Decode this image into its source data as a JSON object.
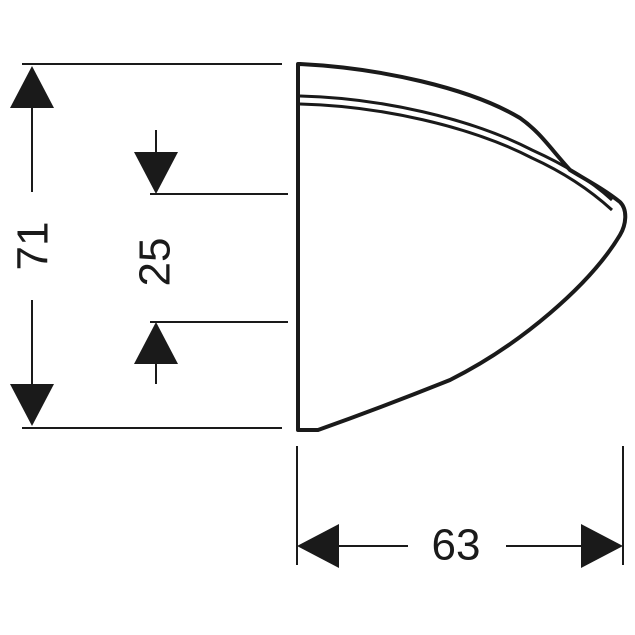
{
  "diagram": {
    "dimensions": {
      "height_overall": "71",
      "height_mount": "25",
      "depth": "63"
    }
  }
}
